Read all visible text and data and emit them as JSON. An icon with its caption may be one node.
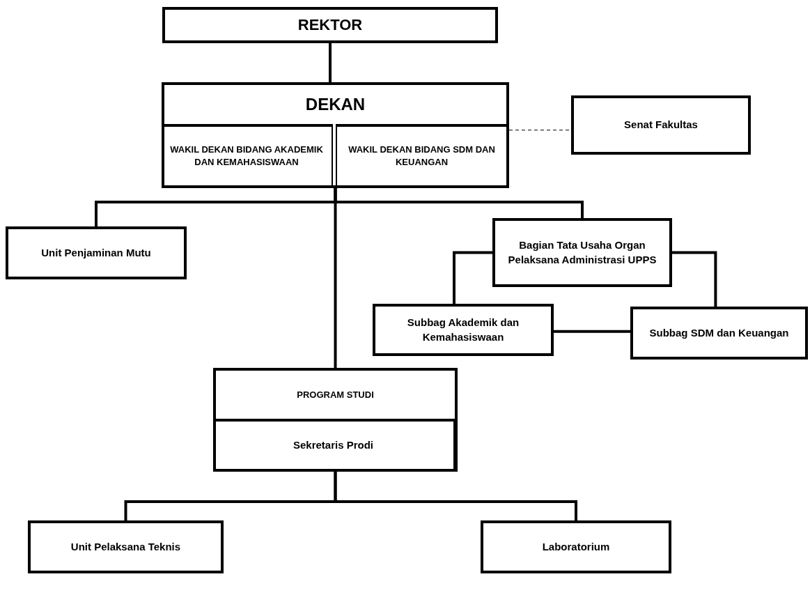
{
  "diagram": {
    "nodes": [
      {
        "text": [
          "REKTOR"
        ]
      },
      {
        "text": [
          "DEKAN"
        ]
      },
      {
        "text": [
          "WAKIL DEKAN BIDANG AKADEMIK DAN KEMAHASISWAAN"
        ],
        "in": 1
      },
      {
        "text": [
          "WAKIL DEKAN BIDANG SDM DAN KEUANGAN"
        ],
        "in": 1
      },
      {
        "text": [
          "Senat Fakultas"
        ]
      },
      {
        "text": [
          "Unit Penjaminan Mutu"
        ]
      },
      {
        "text": [
          "Bagian Tata Usaha Organ Pelaksana Administrasi UPPS"
        ]
      },
      {
        "text": [
          "Subbag Akademik dan Kemahasiswaan"
        ]
      },
      {
        "text": [
          "Subbag SDM dan Keuangan"
        ]
      },
      {
        "text": [
          "PROGRAM STUDI"
        ]
      },
      {
        "text": [
          "Sekretaris Prodi"
        ],
        "in": 9
      },
      {
        "text": [
          "Unit Pelaksana Teknis"
        ]
      },
      {
        "text": [
          "Laboratorium"
        ]
      }
    ],
    "edges": [
      {
        "from": 0,
        "to": 1,
        "arrow": "none"
      },
      {
        "from": 1,
        "to": 4,
        "arrow": "none",
        "style": "dashed"
      },
      {
        "from": 1,
        "to": 5,
        "arrow": "none"
      },
      {
        "from": 1,
        "to": 6,
        "arrow": "none"
      },
      {
        "from": 1,
        "to": 9,
        "arrow": "none"
      },
      {
        "from": 6,
        "to": 7,
        "arrow": "none"
      },
      {
        "from": 6,
        "to": 8,
        "arrow": "none"
      },
      {
        "from": 7,
        "to": 8,
        "arrow": "none"
      },
      {
        "from": 9,
        "to": 11,
        "arrow": "none"
      },
      {
        "from": 9,
        "to": 12,
        "arrow": "none"
      }
    ]
  }
}
